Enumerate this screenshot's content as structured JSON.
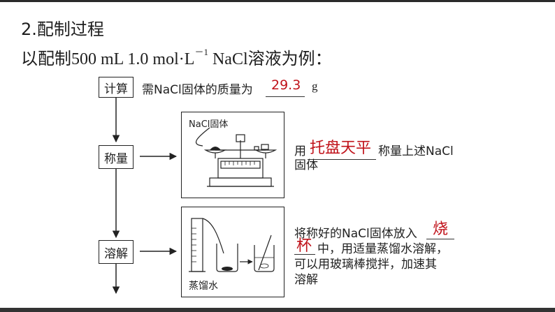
{
  "section_title": "2.配制过程",
  "intro": {
    "prefix": "以配制500 mL 1.0 mol·L",
    "superscript": "－1",
    "suffix": " NaCl溶液为例："
  },
  "steps": [
    {
      "label": "计算"
    },
    {
      "label": "称量"
    },
    {
      "label": "溶解"
    }
  ],
  "calc": {
    "text": "需NaCl固体的质量为",
    "answer": "29.3",
    "unit": "g"
  },
  "weigh": {
    "figure_label": "NaCl固体",
    "prefix": "用",
    "answer": "托盘天平",
    "suffix": "称量上述NaCl",
    "line2": "固体"
  },
  "dissolve": {
    "figure_label": "蒸馏水",
    "line1_prefix": "将称好的NaCl固体放入",
    "answer_part1": "烧",
    "answer_part2": "杯",
    "line2_suffix": "中，用适量蒸馏水溶解，",
    "line3": "可以用玻璃棒搅拌，加速其",
    "line4": "溶解"
  },
  "colors": {
    "answer": "#c0121a",
    "line": "#222222"
  }
}
